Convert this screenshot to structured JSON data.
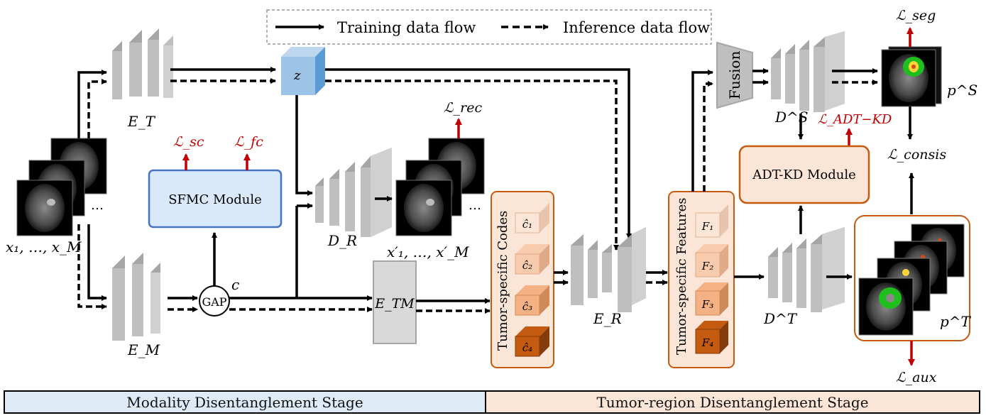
{
  "legend": {
    "training": "Training data flow",
    "inference": "Inference data flow"
  },
  "modules": {
    "sfmc": "SFMC Module",
    "adt_kd": "ADT-KD Module",
    "fusion": "Fusion",
    "gap": "GAP"
  },
  "labels": {
    "inputs": "x₁, …, x_M",
    "recon": "x′₁, …, x′_M",
    "et": "E_T",
    "em": "E_M",
    "dr": "D_R",
    "etm": "E_TM",
    "er": "E_R",
    "ds": "D^S",
    "dt": "D^T",
    "z": "z",
    "c": "c",
    "ps": "p^S",
    "pt": "p^T",
    "dots": "…"
  },
  "losses": {
    "rec": "ℒ_rec",
    "sc": "ℒ_sc",
    "fc": "ℒ_fc",
    "seg": "ℒ_seg",
    "adt": "ℒ_ADT−KD",
    "consis": "ℒ_consis",
    "aux": "ℒ_aux"
  },
  "codes": {
    "title": "Tumor-specific Codes",
    "items": [
      "ĉ₁",
      "ĉ₂",
      "ĉ₃",
      "ĉ₄"
    ]
  },
  "features": {
    "title": "Tumor-specific  Features",
    "items": [
      "F₁",
      "F₂",
      "F₃",
      "F₄"
    ]
  },
  "stages": {
    "modality": "Modality Disentanglement Stage",
    "tumor": "Tumor-region Disentanglement Stage"
  },
  "colors": {
    "loss_arrow": "#c00000",
    "sfmc_fill": "#dae8fc",
    "sfmc_stroke": "#4472c4",
    "orange_panel": "#fbe5d6",
    "orange_stroke": "#c55a11",
    "z_cube": "#9dc3e6",
    "layer_gray": "#bfbfbf"
  }
}
